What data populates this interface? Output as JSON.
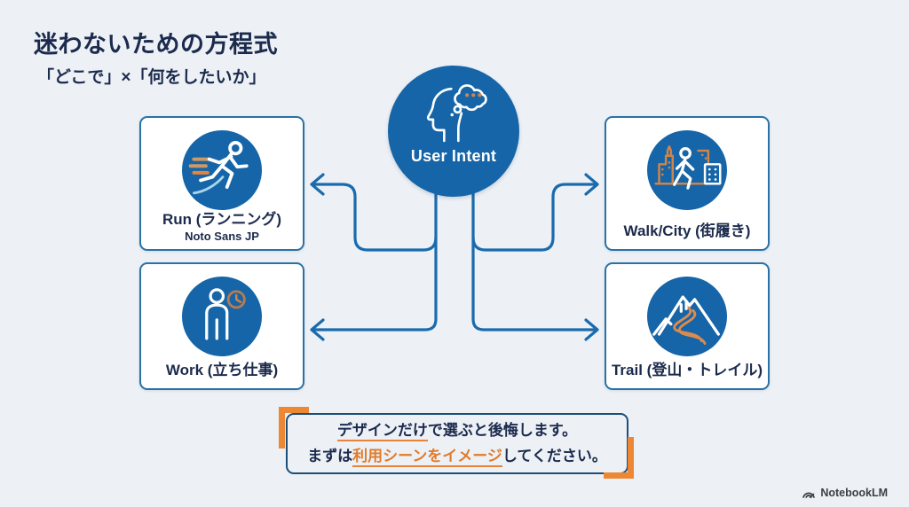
{
  "slide": {
    "title": "迷わないための方程式",
    "subtitle": "「どこで」×「何をしたいか」"
  },
  "center_node": {
    "label": "User Intent",
    "icon": "thinking-head-icon"
  },
  "cards": [
    {
      "id": "run",
      "label": "Run (ランニング)",
      "sublabel": "Noto Sans JP",
      "icon": "runner-icon"
    },
    {
      "id": "walk",
      "label": "Walk/City (街履き)",
      "icon": "city-walker-icon"
    },
    {
      "id": "work",
      "label": "Work (立ち仕事)",
      "icon": "standing-worker-clock-icon"
    },
    {
      "id": "trail",
      "label": "Trail (登山・トレイル)",
      "icon": "mountain-trail-icon"
    }
  ],
  "connections": [
    {
      "from": "user-intent",
      "to": "run"
    },
    {
      "from": "user-intent",
      "to": "walk"
    },
    {
      "from": "user-intent",
      "to": "work"
    },
    {
      "from": "user-intent",
      "to": "trail"
    }
  ],
  "callout": {
    "line1_highlight": "デザインだけ",
    "line1_rest": "で選ぶと後悔します。",
    "line2_prefix": "まずは",
    "line2_highlight": "利用シーンをイメージ",
    "line2_suffix": "してください。"
  },
  "watermark": {
    "label": "NotebookLM",
    "icon": "notebooklm-logo-icon"
  },
  "colors": {
    "background": "#edf1f6",
    "primary_blue": "#1565a8",
    "card_border_blue": "#2a72a6",
    "connector_blue": "#1a6bad",
    "navy_text": "#1c2b4d",
    "accent_orange": "#e8833a",
    "callout_border_navy": "#1d4e78"
  }
}
